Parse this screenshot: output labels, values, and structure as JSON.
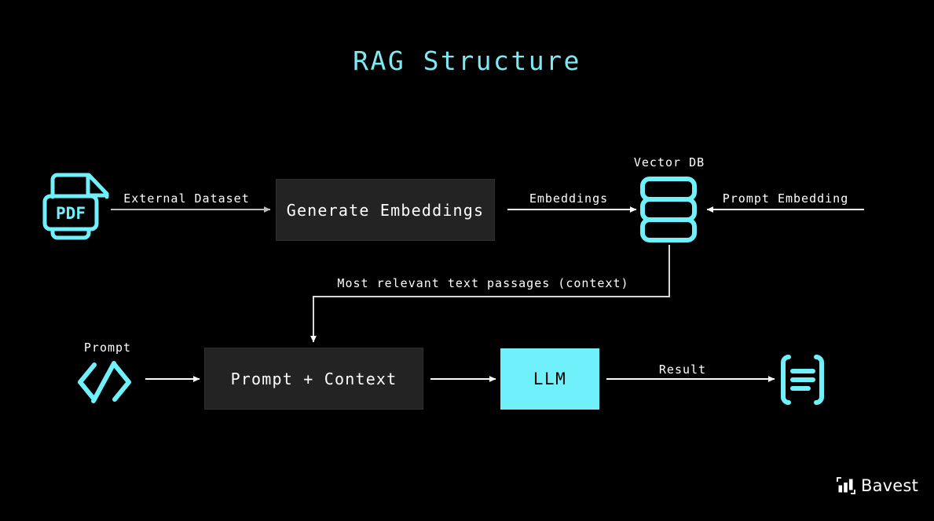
{
  "page": {
    "title": "RAG Structure",
    "background_color": "#000000",
    "accent_color": "#6ff0fb",
    "title_color": "#7fe9f2",
    "box_color": "#232323",
    "text_color": "#ffffff"
  },
  "nodes": {
    "pdf_source": {
      "icon": "pdf-file-icon",
      "label": "PDF"
    },
    "generate_embeddings": {
      "label": "Generate Embeddings"
    },
    "vector_db": {
      "label": "Vector DB",
      "icon": "database-stack-icon"
    },
    "prompt_source": {
      "label": "Prompt",
      "icon": "code-brackets-icon"
    },
    "prompt_context": {
      "label": "Prompt + Context"
    },
    "llm": {
      "label": "LLM"
    },
    "result": {
      "icon": "document-result-icon"
    }
  },
  "edges": {
    "external_dataset": {
      "label": "External Dataset",
      "direction": "right"
    },
    "embeddings": {
      "label": "Embeddings",
      "direction": "right"
    },
    "prompt_embedding": {
      "label": "Prompt Embedding",
      "direction": "left"
    },
    "context": {
      "label": "Most relevant text passages (context)",
      "direction": "down"
    },
    "prompt_to_context": {
      "label": "",
      "direction": "right"
    },
    "context_to_llm": {
      "label": "",
      "direction": "right"
    },
    "result": {
      "label": "Result",
      "direction": "right"
    }
  },
  "branding": {
    "name": "Bavest",
    "mark": "bar-chart-logo-icon"
  }
}
